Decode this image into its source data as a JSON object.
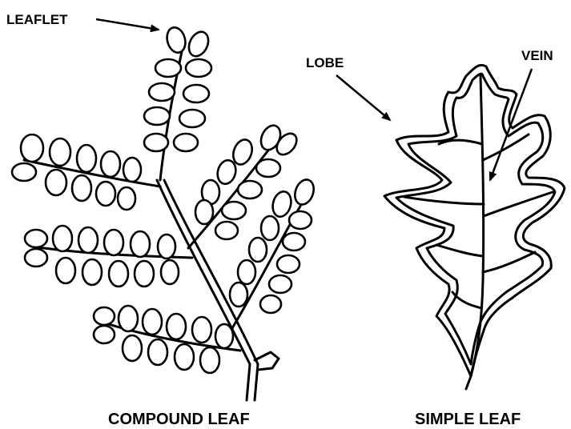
{
  "labels": {
    "leaflet": "LEAFLET",
    "lobe": "LOBE",
    "vein": "VEIN",
    "compound_leaf": "COMPOUND LEAF",
    "simple_leaf": "SIMPLE LEAF"
  },
  "colors": {
    "ink": "#000000",
    "background": "#ffffff"
  }
}
